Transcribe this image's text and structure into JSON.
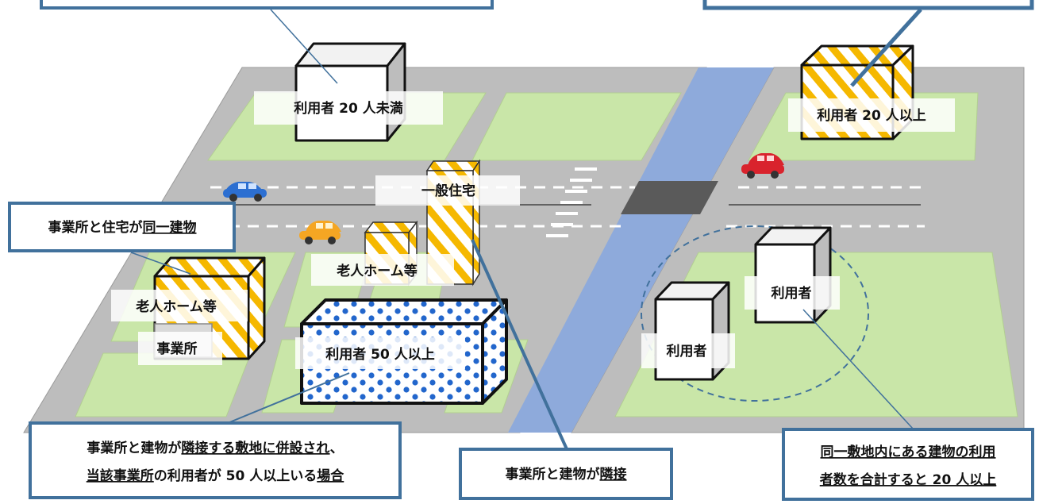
{
  "labels": {
    "building_top_left": "利用者 20 人未満",
    "building_top_right": "利用者 20 人以上",
    "general_house": "一般住宅",
    "nursing_home_small": "老人ホーム等",
    "nursing_home_left": "老人ホーム等",
    "office": "事業所",
    "building_dotted": "利用者 50 人以上",
    "user_a": "利用者",
    "user_b": "利用者"
  },
  "callouts": {
    "same_building": {
      "a": "事業所と住宅が",
      "b": "同一建物"
    },
    "adjacent_site": {
      "line1_a": "事業所と建物が",
      "line1_b": "隣接する敷地に併設され",
      "line1_c": "、",
      "line2_a": "当該事業所",
      "line2_b": "の利用者が 50 人以上いる",
      "line2_c": "場合"
    },
    "adjacent": {
      "a": "事業所と建物が",
      "b": "隣接"
    },
    "same_site": {
      "line1": "同一敷地内にある建物の利用",
      "line2": "者数を合計すると 20 人以上"
    }
  },
  "colors": {
    "road": "#b9b9b9",
    "lot_green": "#c9e6a8",
    "river": "#8eaadb",
    "callout_border": "#41719c",
    "stripe": "#f5b800",
    "dot": "#2266cc"
  }
}
